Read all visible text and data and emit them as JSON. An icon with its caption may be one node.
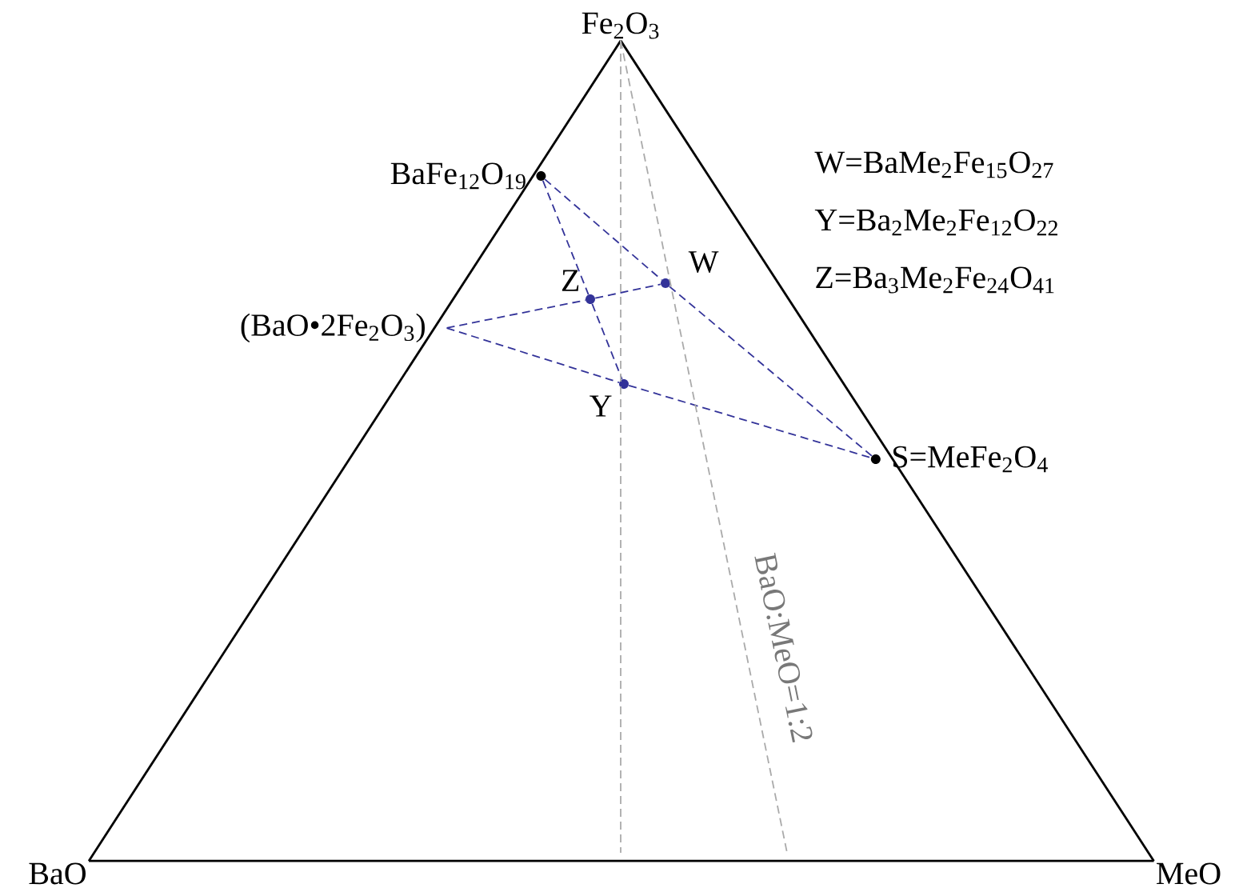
{
  "diagram": {
    "nodes": [
      {
        "text": [
          "Fe$_{2}$O$_{3}$"
        ]
      },
      {
        "text": [
          "BaO"
        ]
      },
      {
        "text": [
          "MeO"
        ]
      },
      {
        "text": [
          "BaFe$_{12}$O$_{19}$"
        ]
      },
      {
        "text": [
          "(BaO•2Fe$_{2}$O$_{3}$)"
        ]
      },
      {
        "text": [
          "Z"
        ]
      },
      {
        "text": [
          "W"
        ]
      },
      {
        "text": [
          "Y"
        ]
      },
      {
        "text": [
          "S=MeFe$_{2}$O$_{4}$"
        ]
      }
    ],
    "edges": [
      {
        "from": 0,
        "to": 1,
        "arrow": "none",
        "color": "#000000"
      },
      {
        "from": 0,
        "to": 2,
        "arrow": "none",
        "color": "#000000"
      },
      {
        "from": 1,
        "to": 2,
        "arrow": "none",
        "color": "#000000"
      },
      {
        "from": 3,
        "to": 6,
        "arrow": "none",
        "style": "dashed"
      },
      {
        "from": 3,
        "to": 5,
        "arrow": "none",
        "style": "dashed"
      },
      {
        "from": 5,
        "to": 7,
        "arrow": "none",
        "style": "dashed"
      },
      {
        "from": 4,
        "to": 5,
        "arrow": "none",
        "style": "dashed"
      },
      {
        "from": 5,
        "to": 6,
        "arrow": "none",
        "style": "dashed"
      },
      {
        "from": 4,
        "to": 7,
        "arrow": "none",
        "style": "dashed"
      },
      {
        "from": 7,
        "to": 8,
        "arrow": "none",
        "style": "dashed"
      },
      {
        "from": 6,
        "to": 8,
        "arrow": "none",
        "style": "dashed"
      },
      {
        "from": 0,
        "to": null,
        "arrow": "none",
        "style": "dashed",
        "color": "#aaaaaa"
      },
      {
        "from": 0,
        "to": null,
        "arrow": "none",
        "style": "dashed",
        "color": "#aaaaaa",
        "label": "BaO:MeO=1:2"
      }
    ],
    "labels": [
      "W=BaMe$_{2}$Fe$_{15}$O$_{27}$",
      "Y=Ba$_{2}$Me$_{2}$Fe$_{12}$O$_{22}$",
      "Z=Ba$_{3}$Me$_{2}$Fe$_{24}$O$_{41}$"
    ]
  }
}
